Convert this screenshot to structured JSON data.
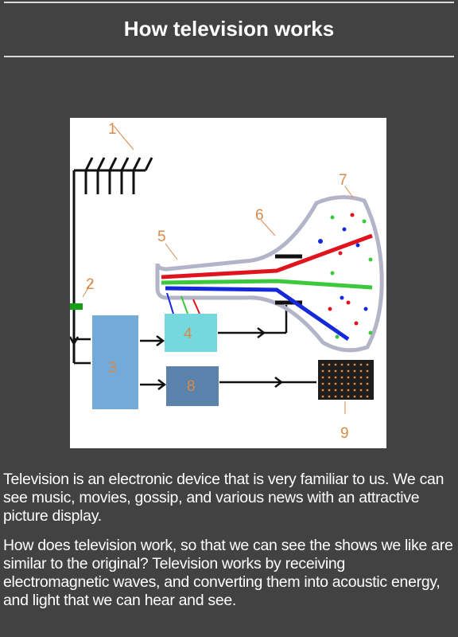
{
  "header": {
    "title": "How television works"
  },
  "diagram": {
    "labels": [
      "1",
      "2",
      "3",
      "4",
      "5",
      "6",
      "7",
      "8",
      "9"
    ],
    "colors": {
      "red": "#e1141e",
      "green": "#3cc83c",
      "blue": "#1428dc",
      "block3": "#74aad8",
      "block4": "#74d8dc",
      "block8": "#5a82aa",
      "tube": "#b4b4c8",
      "number": "#d98a4a"
    }
  },
  "body": {
    "paragraphs": [
      "Television is an electronic device that is very familiar to us. We can see music, movies, gossip, and various news with an attractive picture display.",
      "How does television work, so that we can see the shows we like are similar to the original? Television works by receiving electromagnetic waves, and converting them into acoustic energy, and light that we can hear and see."
    ]
  }
}
